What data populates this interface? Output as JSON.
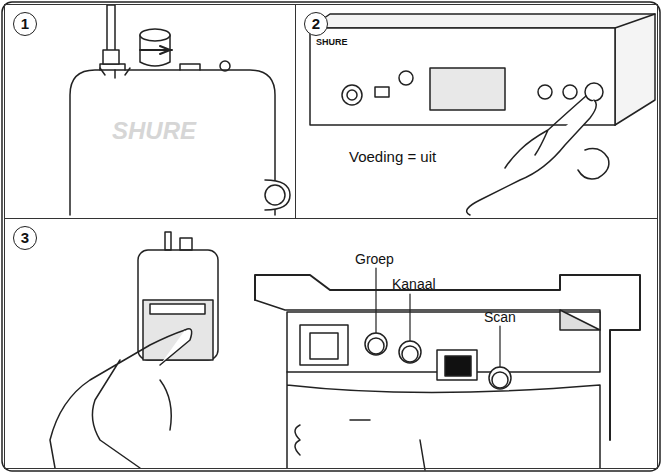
{
  "diagram": {
    "nodes": [
      {
        "text": [
          "1"
        ]
      },
      {
        "text": [
          "2"
        ]
      },
      {
        "text": [
          "3"
        ]
      }
    ],
    "labels": [
      "SHURE",
      "SHURE",
      "Voeding = uit",
      "Groep",
      "Kanaal",
      "Scan"
    ]
  }
}
